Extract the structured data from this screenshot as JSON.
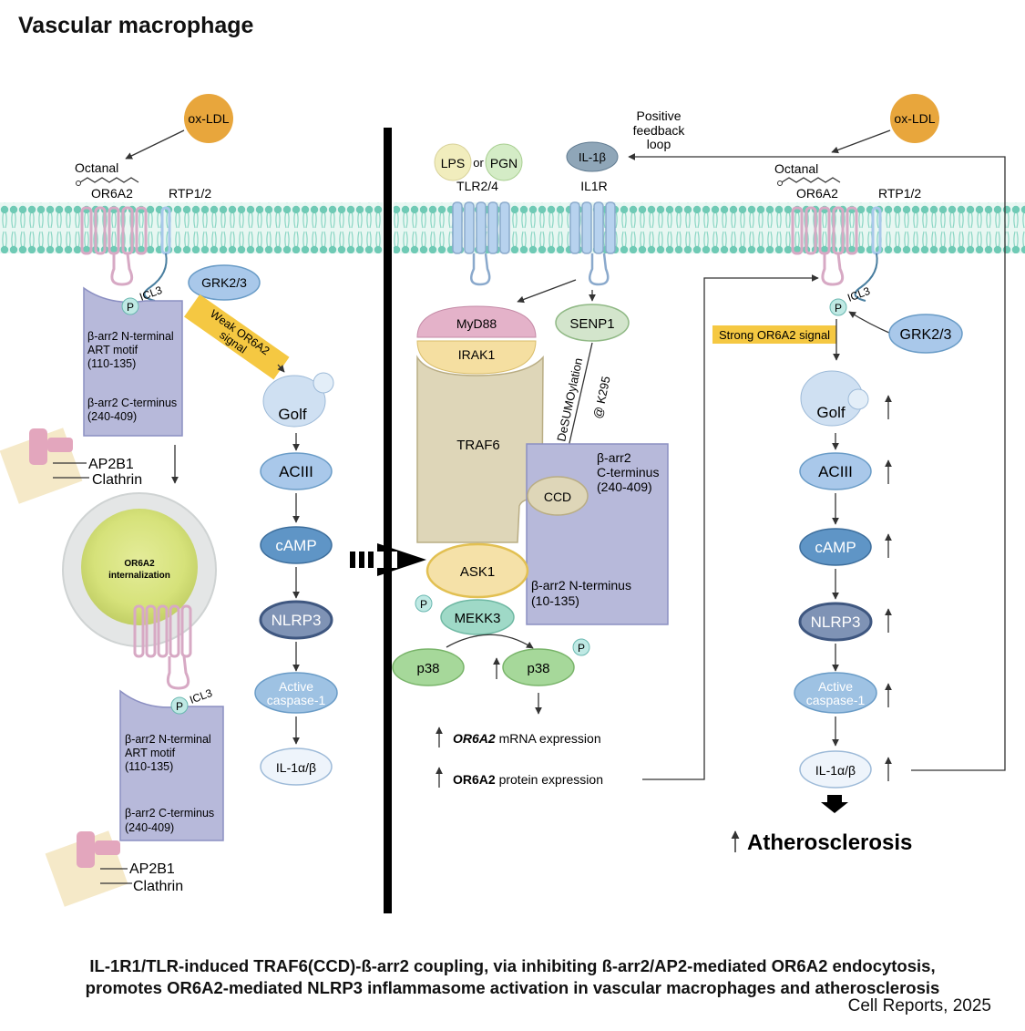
{
  "title": "Vascular macrophage",
  "caption": {
    "line1": "IL-1R1/TLR-induced TRAF6(CCD)-ß-arr2 coupling, via inhibiting ß-arr2/AP2-mediated OR6A2 endocytosis,",
    "line2": "promotes OR6A2-mediated NLRP3 inflammasome activation in vascular macrophages and atherosclerosis"
  },
  "citation": "Cell Reports, 2025",
  "left": {
    "oxldl": "ox-LDL",
    "octanal": "Octanal",
    "or6a2": "OR6A2",
    "rtp": "RTP1/2",
    "grk": "GRK2/3",
    "p": "P",
    "icl3": "ICL3",
    "weak_signal_1": "Weak OR6A2",
    "weak_signal_2": "signal",
    "arr_n_1": "β-arr2 N-terminal",
    "arr_n_2": "ART motif",
    "arr_n_3": "(110-135)",
    "arr_c_1": "β-arr2 C-terminus",
    "arr_c_2": "(240-409)",
    "ap2b1": "AP2B1",
    "clathrin": "Clathrin",
    "intern_1": "OR6A2",
    "intern_2": "internalization",
    "cascade": [
      "Golf",
      "ACIII",
      "cAMP",
      "NLRP3",
      "Active",
      "caspase-1",
      "IL-1α/β"
    ]
  },
  "middle": {
    "lps": "LPS",
    "or": "or",
    "pgn": "PGN",
    "il1b": "IL-1β",
    "tlr": "TLR2/4",
    "il1r": "IL1R",
    "myd88": "MyD88",
    "irak1": "IRAK1",
    "senp1": "SENP1",
    "desumo_1": "DeSUMOylation",
    "desumo_2": "@ K295",
    "traf6": "TRAF6",
    "ccd": "CCD",
    "arr_c_1": "β-arr2",
    "arr_c_2": "C-terminus",
    "arr_c_3": "(240-409)",
    "arr_n_1": "β-arr2 N-terminus",
    "arr_n_2": "(10-135)",
    "ask1": "ASK1",
    "p": "P",
    "mekk3": "MEKK3",
    "p38": "p38",
    "mrna_bold": "OR6A2",
    "mrna_rest": " mRNA expression",
    "protein_bold": "OR6A2",
    "protein_rest": " protein expression"
  },
  "right": {
    "feedback_1": "Positive",
    "feedback_2": "feedback",
    "feedback_3": "loop",
    "oxldl": "ox-LDL",
    "octanal": "Octanal",
    "or6a2": "OR6A2",
    "rtp": "RTP1/2",
    "p": "P",
    "icl3": "ICL3",
    "grk": "GRK2/3",
    "strong_signal": "Strong OR6A2 signal",
    "cascade": [
      "Golf",
      "ACIII",
      "cAMP",
      "NLRP3",
      "Active",
      "caspase-1",
      "IL-1α/β"
    ],
    "atherosclerosis": "Atherosclerosis"
  },
  "colors": {
    "membrane": "#7fd3c0",
    "receptor": "#d7a9c4",
    "arrestin": "#b7b9da",
    "oxldl": "#e8a63c",
    "blue_node": "#a9c8ea",
    "green_node": "#a6d89a",
    "traf6": "#ded6b8",
    "signal_box": "#f5c842"
  }
}
